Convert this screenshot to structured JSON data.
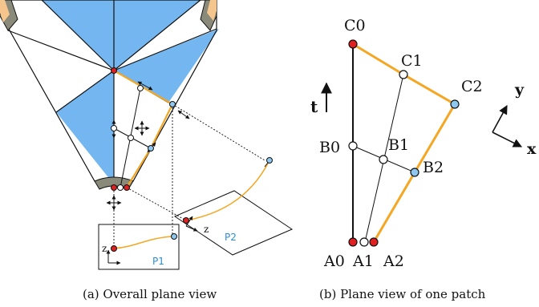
{
  "captions": {
    "a": "(a) Overall plane view",
    "b": "(b) Plane view of one patch"
  },
  "left": {
    "axis_z1": "z",
    "axis_z2": "z",
    "patch1": "P1",
    "patch2": "P2"
  },
  "right": {
    "points": {
      "C0": "C0",
      "C1": "C1",
      "C2": "C2",
      "B0": "B0",
      "B1": "B1",
      "B2": "B2",
      "A0": "A0",
      "A1": "A1",
      "A2": "A2"
    },
    "t_label": "t",
    "y_label": "y",
    "x_label": "x"
  },
  "colors": {
    "blue_fill": "#74b6f0",
    "orange": "#f5a623",
    "red": "#e02020",
    "light_blue": "#8ec8f0",
    "tan": "#f4c58c",
    "gray_cap": "#8a8a7a"
  }
}
